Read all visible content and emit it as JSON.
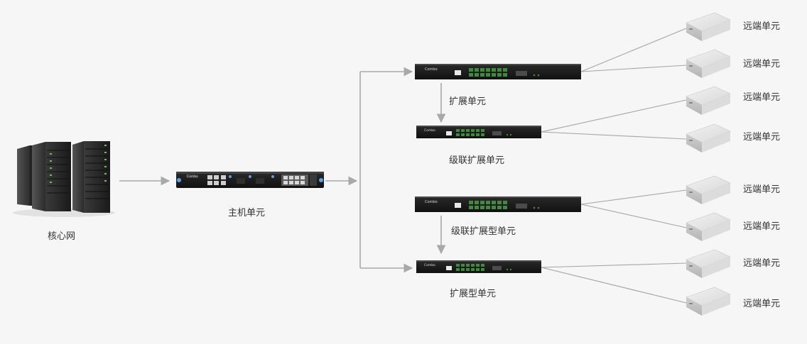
{
  "colors": {
    "background": "#f6f6f6",
    "connector": "#a9a9a9",
    "device_body": "#1c1c1c",
    "port_green": "#3f8a3f",
    "remote_body": "#e6e6e6",
    "label_text": "#333333"
  },
  "nodes": {
    "core_network": {
      "label": "核心网",
      "icon": "server-tower-icon"
    },
    "host_unit": {
      "label": "主机单元",
      "icon": "rack-chassis-icon"
    },
    "expansion_unit": {
      "label": "扩展单元",
      "icon": "rack-switch-icon"
    },
    "cascade_expansion_unit": {
      "label": "级联扩展单元",
      "icon": "rack-switch-icon"
    },
    "cascade_expansion_type_unit": {
      "label": "级联扩展型单元",
      "icon": "rack-switch-icon"
    },
    "expansion_type_unit": {
      "label": "扩展型单元",
      "icon": "rack-switch-icon"
    },
    "remote_units": [
      {
        "label": "远端单元"
      },
      {
        "label": "远端单元"
      },
      {
        "label": "远端单元"
      },
      {
        "label": "远端单元"
      },
      {
        "label": "远端单元"
      },
      {
        "label": "远端单元"
      },
      {
        "label": "远端单元"
      },
      {
        "label": "远端单元"
      }
    ]
  },
  "brand_text": "Combo"
}
